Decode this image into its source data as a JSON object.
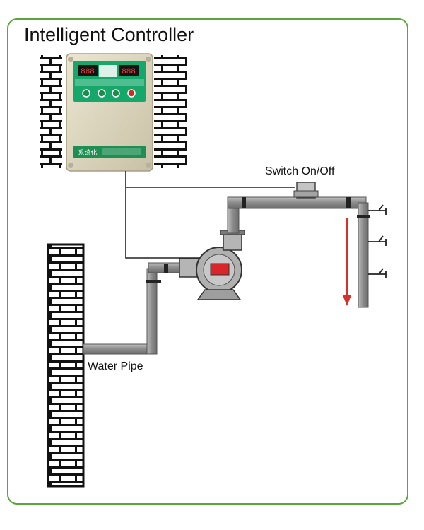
{
  "title": "Intelligent Controller",
  "labels": {
    "switch": "Switch On/Off",
    "water_pipe": "Water Pipe"
  },
  "controller": {
    "display_left": "888",
    "display_right": "888",
    "brand_plate": "系统化"
  },
  "colors": {
    "frame_border": "#5aa63b",
    "pipe_gray": "#8c8c8c",
    "flow_arrow": "#d9302c",
    "controller_panel": "#00a36c"
  }
}
